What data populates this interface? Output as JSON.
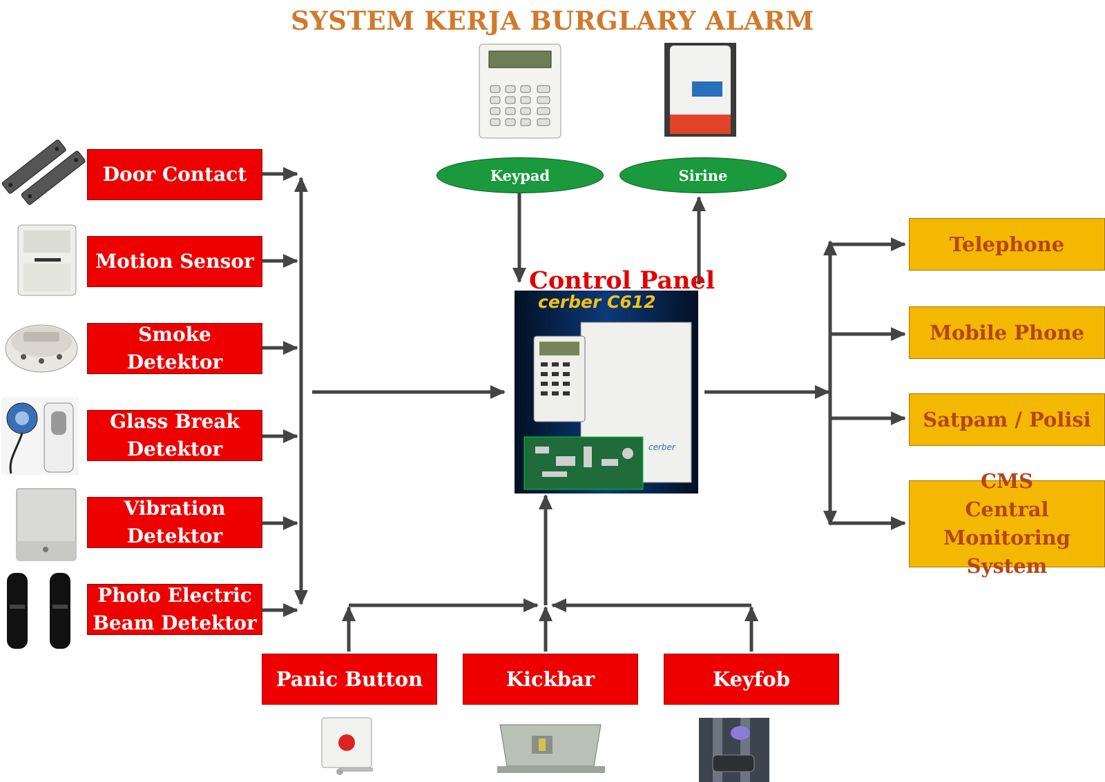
{
  "title": "SYSTEM KERJA BURGLARY ALARM",
  "colors": {
    "detector_box": "#ee0000",
    "output_box": "#f5b800",
    "output_text": "#b4451d",
    "oval": "#1a9a3c",
    "title": "#cf7a2c",
    "arrow": "#444444"
  },
  "detectors": [
    {
      "label": "Door Contact",
      "icon": "door-contact-sensor"
    },
    {
      "label": "Motion Sensor",
      "icon": "pir-motion-sensor"
    },
    {
      "label": "Smoke Detektor",
      "icon": "smoke-detector"
    },
    {
      "label": "Glass Break\nDetektor",
      "icon": "glass-break-detector"
    },
    {
      "label": "Vibration\nDetektor",
      "icon": "vibration-detector"
    },
    {
      "label": "Photo Electric\nBeam Detektor",
      "icon": "photo-beam-detector"
    }
  ],
  "top_devices": {
    "keypad": {
      "label": "Keypad",
      "icon": "keypad"
    },
    "sirine": {
      "label": "Sirine",
      "icon": "siren"
    }
  },
  "control_panel": {
    "label": "Control Panel",
    "model": "cerber C612",
    "brand_badge": "cerber"
  },
  "outputs": [
    {
      "label": "Telephone"
    },
    {
      "label": "Mobile Phone"
    },
    {
      "label": "Satpam / Polisi"
    },
    {
      "label": "CMS\nCentral Monitoring\nSystem"
    }
  ],
  "manual_triggers": [
    {
      "label": "Panic Button",
      "icon": "panic-button"
    },
    {
      "label": "Kickbar",
      "icon": "kickbar"
    },
    {
      "label": "Keyfob",
      "icon": "keyfob"
    }
  ]
}
